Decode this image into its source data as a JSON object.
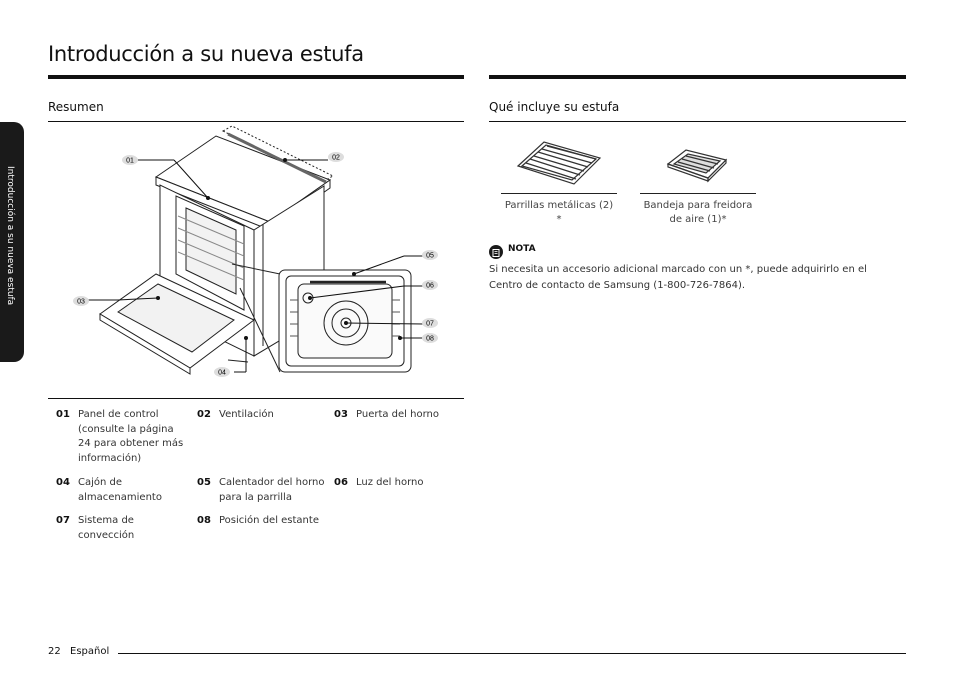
{
  "page": {
    "title": "Introducción a su nueva estufa",
    "side_tab": "Introducción a su nueva estufa",
    "page_number": "22",
    "language": "Español"
  },
  "overview": {
    "heading": "Resumen",
    "callouts": [
      "01",
      "02",
      "03",
      "04",
      "05",
      "06",
      "07",
      "08"
    ],
    "legend": [
      {
        "num": "01",
        "label": "Panel de control (consulte la página 24 para obtener más información)"
      },
      {
        "num": "02",
        "label": "Ventilación"
      },
      {
        "num": "03",
        "label": "Puerta del horno"
      },
      {
        "num": "04",
        "label": "Cajón de almacenamiento"
      },
      {
        "num": "05",
        "label": "Calentador del horno para la parrilla"
      },
      {
        "num": "06",
        "label": "Luz del horno"
      },
      {
        "num": "07",
        "label": "Sistema de convección"
      },
      {
        "num": "08",
        "label": "Posición del estante"
      }
    ]
  },
  "included": {
    "heading": "Qué incluye su estufa",
    "items": [
      {
        "label": "Parrillas metálicas (2) *",
        "icon": "oven-rack-icon"
      },
      {
        "label": "Bandeja para freidora de aire (1)*",
        "icon": "air-fryer-tray-icon"
      }
    ],
    "note_label": "NOTA",
    "note_text": "Si necesita un accesorio adicional marcado con un *, puede adquirirlo en el Centro de contacto de Samsung (1-800-726-7864)."
  }
}
